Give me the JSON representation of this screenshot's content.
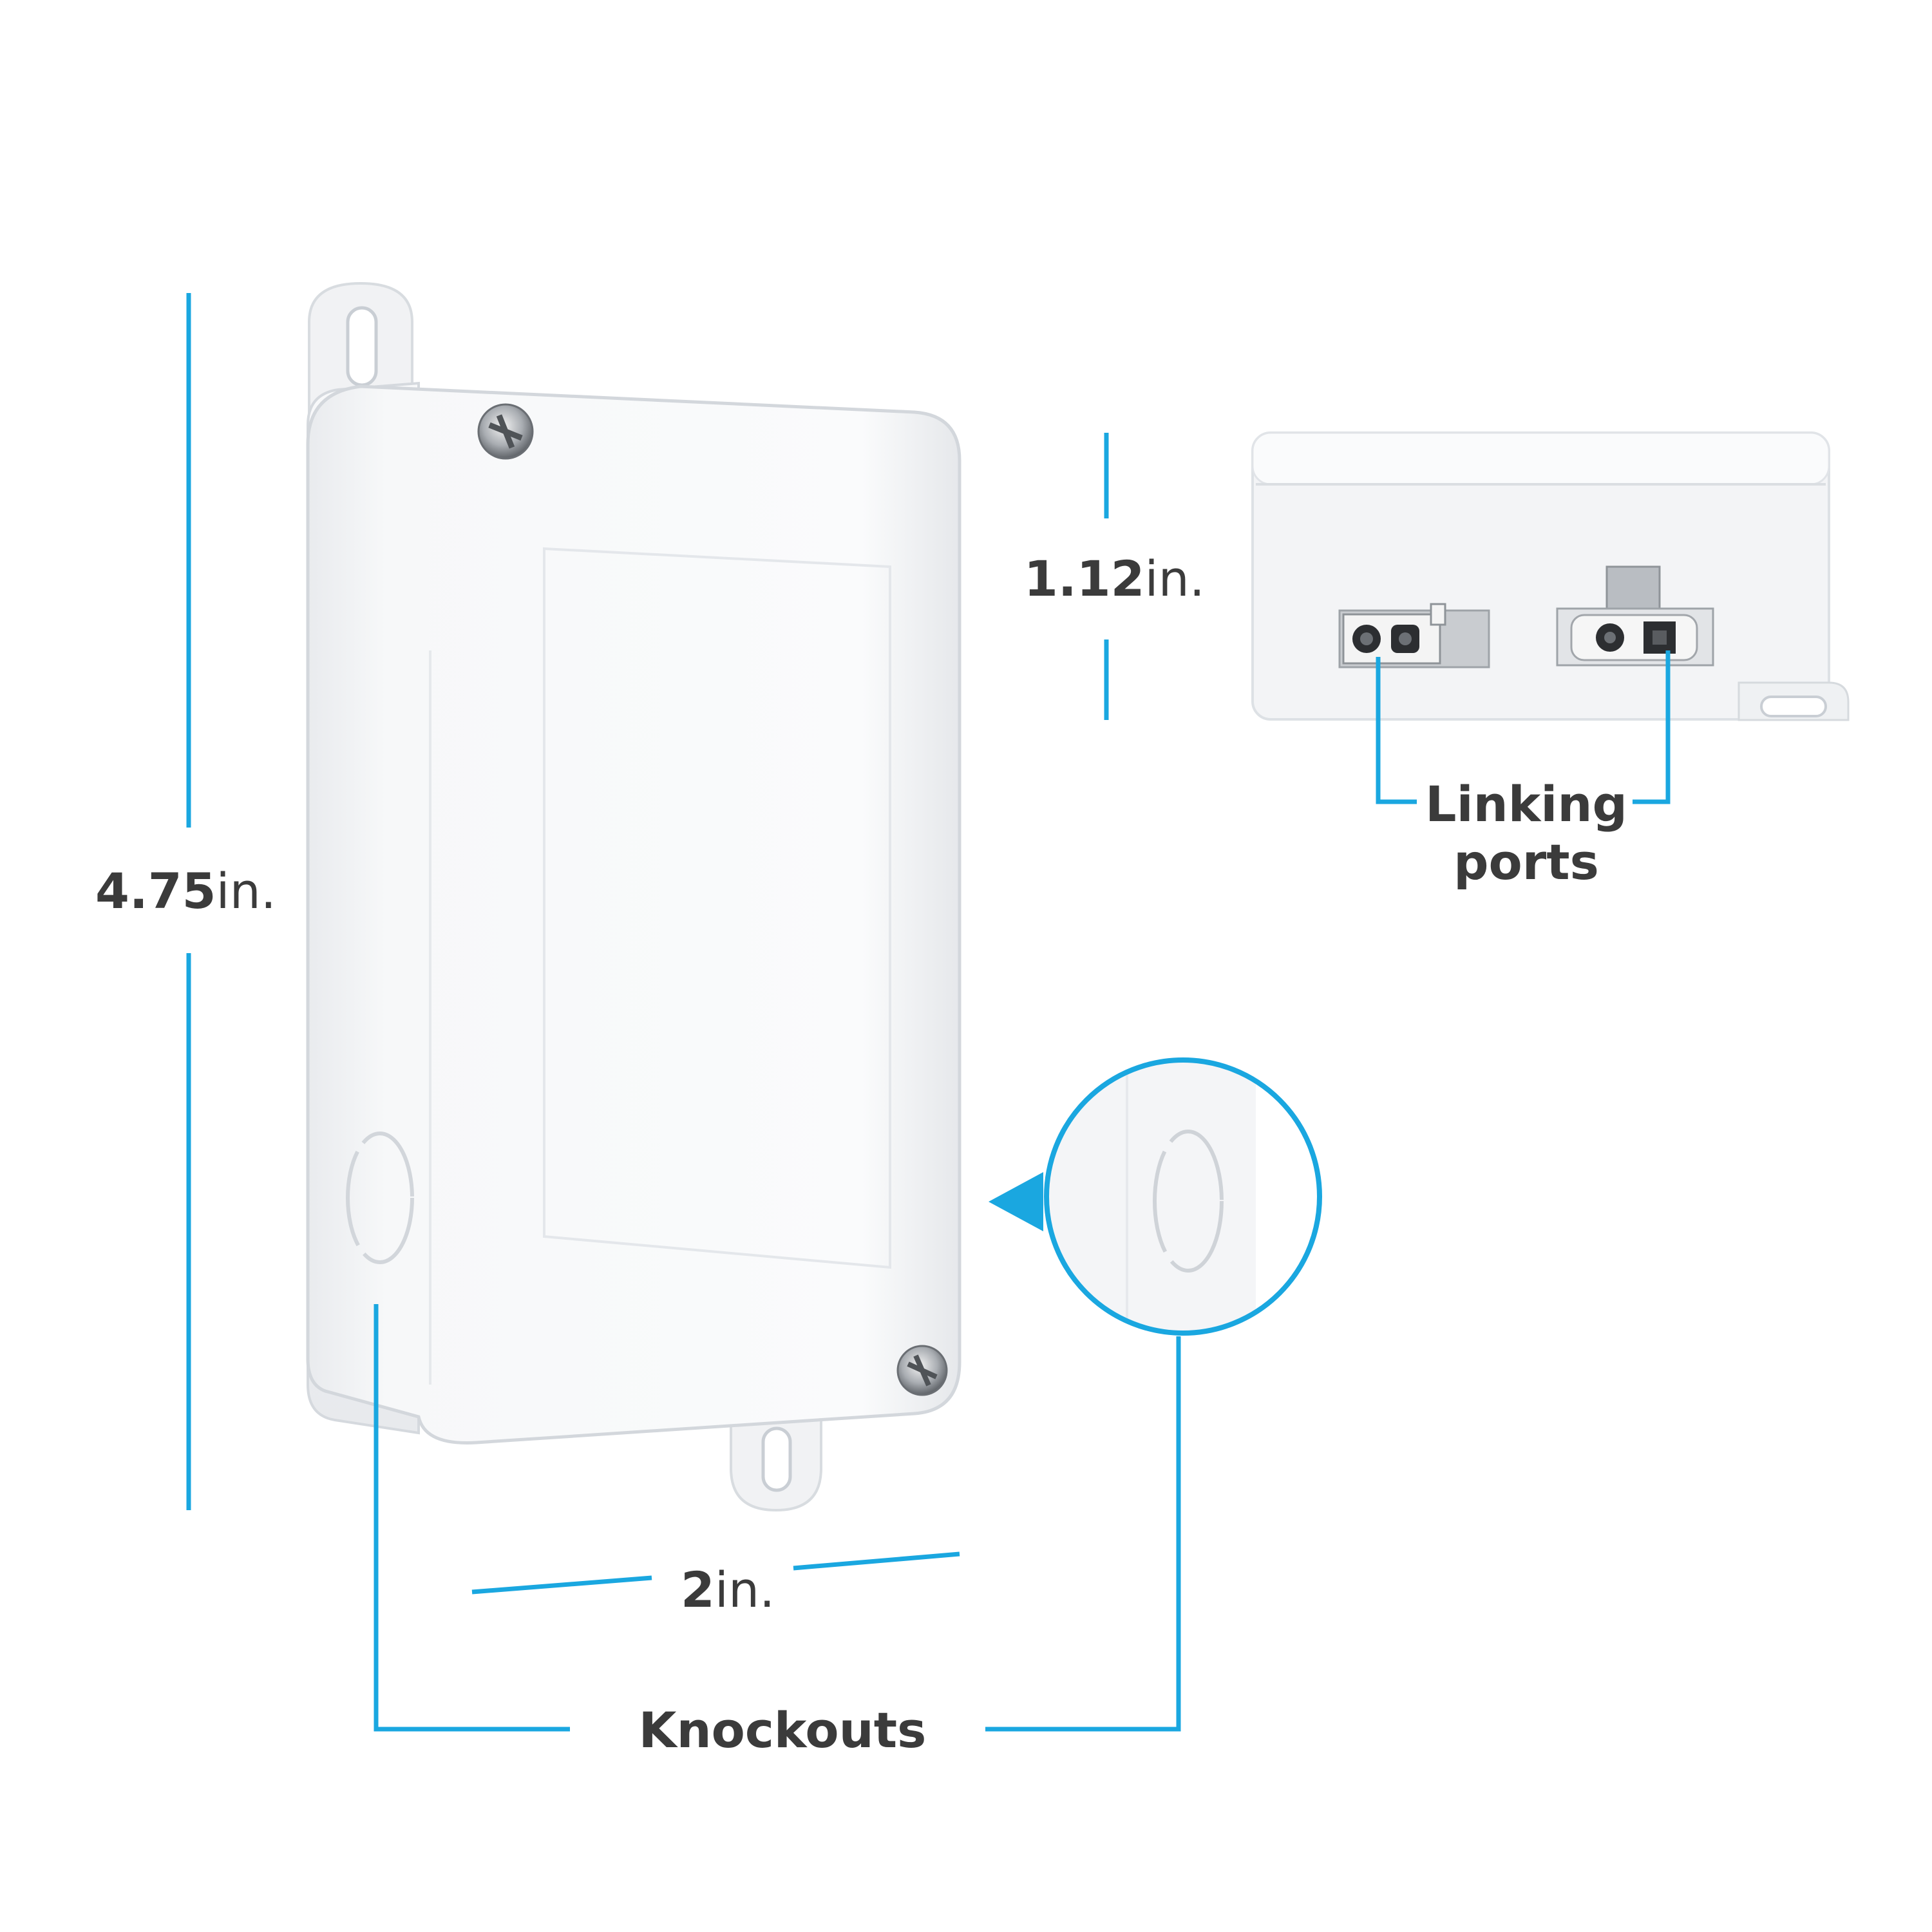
{
  "colors": {
    "accent": "#1aa7e0",
    "text": "#3b3b3b",
    "housing": "#f4f5f7",
    "housing_edge": "#d9dde2"
  },
  "dimensions": {
    "height": {
      "value": "4.75",
      "unit": "in."
    },
    "depth": {
      "value": "1.12",
      "unit": "in."
    },
    "width": {
      "value": "2",
      "unit": "in."
    }
  },
  "callouts": {
    "linking_ports_line1": "Linking",
    "linking_ports_line2": "ports",
    "knockouts": "Knockouts"
  },
  "icons": [
    "screw-icon",
    "mounting-tab-icon",
    "connector-port-icon",
    "knockout-icon",
    "magnifier-circle-icon"
  ]
}
